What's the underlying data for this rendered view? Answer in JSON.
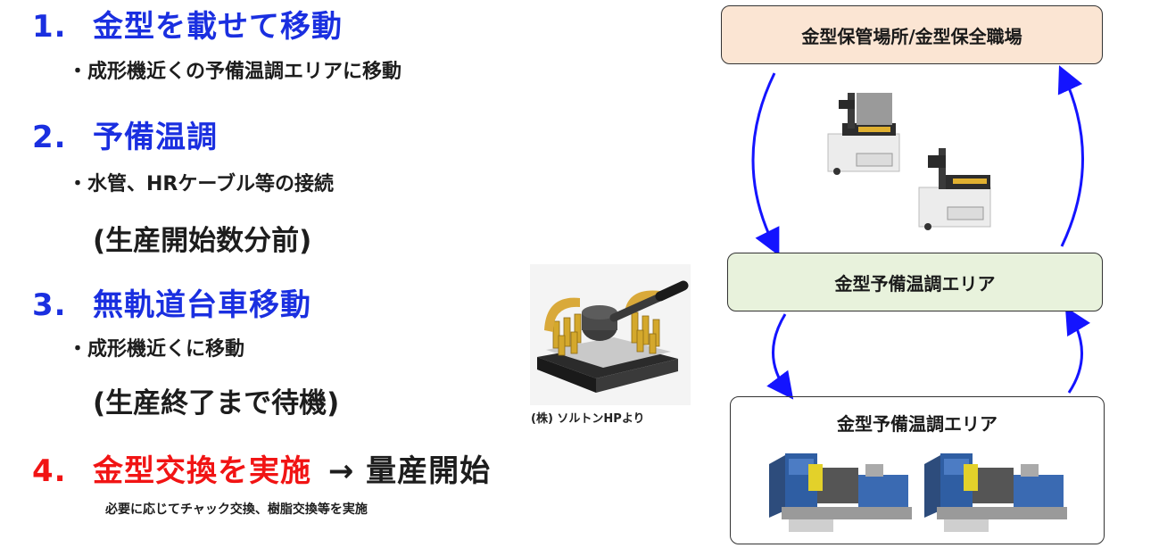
{
  "steps": [
    {
      "num": "1.",
      "title": "金型を載せて移動",
      "sub": "・成形機近くの予備温調エリアに移動"
    },
    {
      "num": "2.",
      "title": "予備温調",
      "sub": "・水管、HRケーブル等の接続",
      "paren": "(生産開始数分前)"
    },
    {
      "num": "3.",
      "title": "無軌道台車移動",
      "sub": "・成形機近くに移動",
      "paren": "(生産終了まで待機)"
    },
    {
      "num": "4.",
      "title": "金型交換を実施",
      "suffix": "→ 量産開始",
      "note": "必要に応じてチャック交換、樹脂交換等を実施"
    }
  ],
  "credit": "(株) ソルトンHPより",
  "boxes": {
    "top": "金型保管場所/金型保全職場",
    "middle": "金型予備温調エリア",
    "bottom": "金型予備温調エリア"
  },
  "colors": {
    "step_blue": "#1a2fe0",
    "step_red": "#f11414",
    "arrow": "#1414ff",
    "box_top_fill": "#fbe5d3",
    "box_mid_fill": "#e8f2dc"
  }
}
